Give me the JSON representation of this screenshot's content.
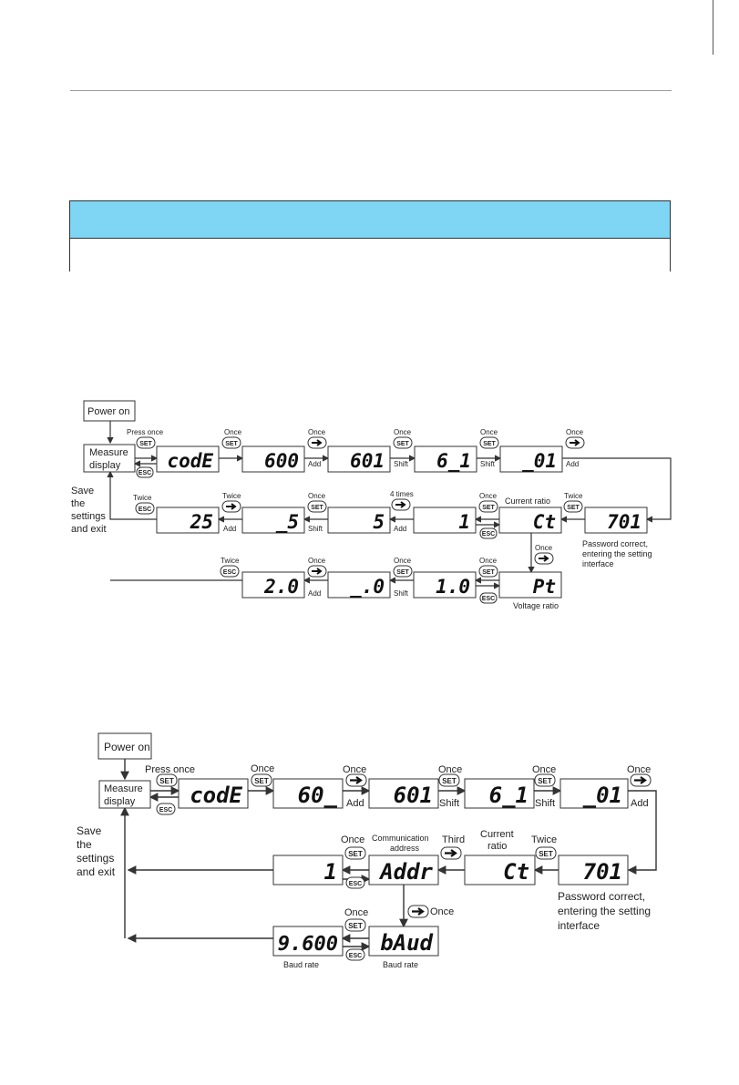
{
  "diagram1": {
    "power_on": "Power on",
    "measure_display": [
      "Measure",
      "display"
    ],
    "save_exit": [
      "Save",
      "the",
      "settings",
      "and exit"
    ],
    "row1": {
      "displays": [
        "codE",
        "600",
        "601",
        "6_1",
        "_01"
      ],
      "labels": [
        "Press once",
        "Once",
        "Once",
        "Once",
        "Once",
        "Once"
      ],
      "actions": [
        "Add",
        "Shift",
        "Shift",
        "Add"
      ]
    },
    "row2": {
      "displays": [
        "25",
        "_5",
        "5",
        "1",
        "Ct",
        "701"
      ],
      "labels": [
        "Twice",
        "Twice",
        "Once",
        "4 times",
        "Once",
        "Twice"
      ],
      "actions": [
        "Add",
        "Shift",
        "Add"
      ],
      "current_ratio": "Current ratio",
      "password_note": [
        "Password correct,",
        "entering the setting",
        "interface"
      ],
      "down_label": "Once"
    },
    "row3": {
      "displays": [
        "2.0",
        "_.0",
        "1.0",
        "Pt"
      ],
      "labels": [
        "Twice",
        "Once",
        "Once",
        "Once"
      ],
      "actions": [
        "Add",
        "Shift"
      ],
      "voltage_ratio": "Voltage ratio"
    },
    "buttons": {
      "set": "SET",
      "esc": "ESC"
    }
  },
  "diagram2": {
    "power_on": "Power on",
    "measure_display": [
      "Measure",
      "display"
    ],
    "save_exit": [
      "Save",
      "the",
      "settings",
      "and exit"
    ],
    "row1": {
      "displays": [
        "codE",
        "60_",
        "601",
        "6_1",
        "_01"
      ],
      "labels": [
        "Press  once",
        "Once",
        "Once",
        "Once",
        "Once",
        "Once"
      ],
      "actions": [
        "Add",
        "Shift",
        "Shift",
        "Add"
      ]
    },
    "row2": {
      "displays": [
        "1",
        "Addr",
        "Ct",
        "701"
      ],
      "labels": [
        "Once",
        "Third",
        "Twice"
      ],
      "comm_address": [
        "Communication",
        "address"
      ],
      "current_ratio": [
        "Current",
        "ratio"
      ],
      "password_note": [
        "Password correct,",
        "entering the setting",
        "interface"
      ],
      "down_label": "Once"
    },
    "row3": {
      "displays": [
        "9.600",
        "bAud"
      ],
      "label": "Once",
      "baud_rate_1": "Baud rate",
      "baud_rate_2": "Baud rate"
    },
    "buttons": {
      "set": "SET",
      "esc": "ESC"
    }
  }
}
